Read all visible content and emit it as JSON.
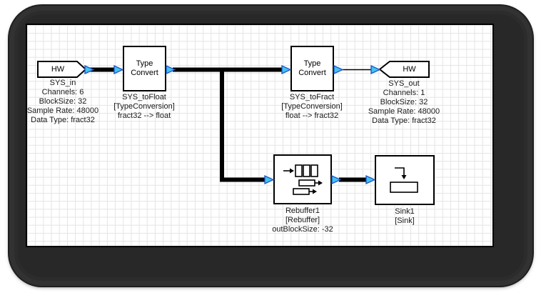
{
  "colors": {
    "frame": "#282828",
    "canvas_bg": "#ffffff",
    "grid_line": "#e4e4e4",
    "block_border": "#000000",
    "block_fill": "#ffffff",
    "wire": "#000000",
    "pin_fill": "#44c2f2",
    "pin_stroke": "#1d55c4",
    "text": "#1a1a1a"
  },
  "icons": {
    "rebuffer": "rebuffer-icon",
    "sink": "sink-icon",
    "pin": "port-pin-icon"
  },
  "blocks": {
    "sys_in": {
      "label": "HW",
      "caption": [
        "SYS_in",
        "Channels: 6",
        "BlockSize: 32",
        "Sample Rate: 48000",
        "Data Type: fract32"
      ]
    },
    "sys_to_float": {
      "label": "Type Convert",
      "caption": [
        "SYS_toFloat",
        "[TypeConversion]",
        "fract32 --> float"
      ]
    },
    "sys_to_fract": {
      "label": "Type Convert",
      "caption": [
        "SYS_toFract",
        "[TypeConversion]",
        "float --> fract32"
      ]
    },
    "sys_out": {
      "label": "HW",
      "caption": [
        "SYS_out",
        "Channels: 1",
        "BlockSize: 32",
        "Sample Rate: 48000",
        "Data Type: fract32"
      ]
    },
    "rebuffer1": {
      "caption": [
        "Rebuffer1",
        "[Rebuffer]",
        "outBlockSize: -32"
      ]
    },
    "sink1": {
      "caption": [
        "Sink1",
        "[Sink]"
      ]
    }
  }
}
